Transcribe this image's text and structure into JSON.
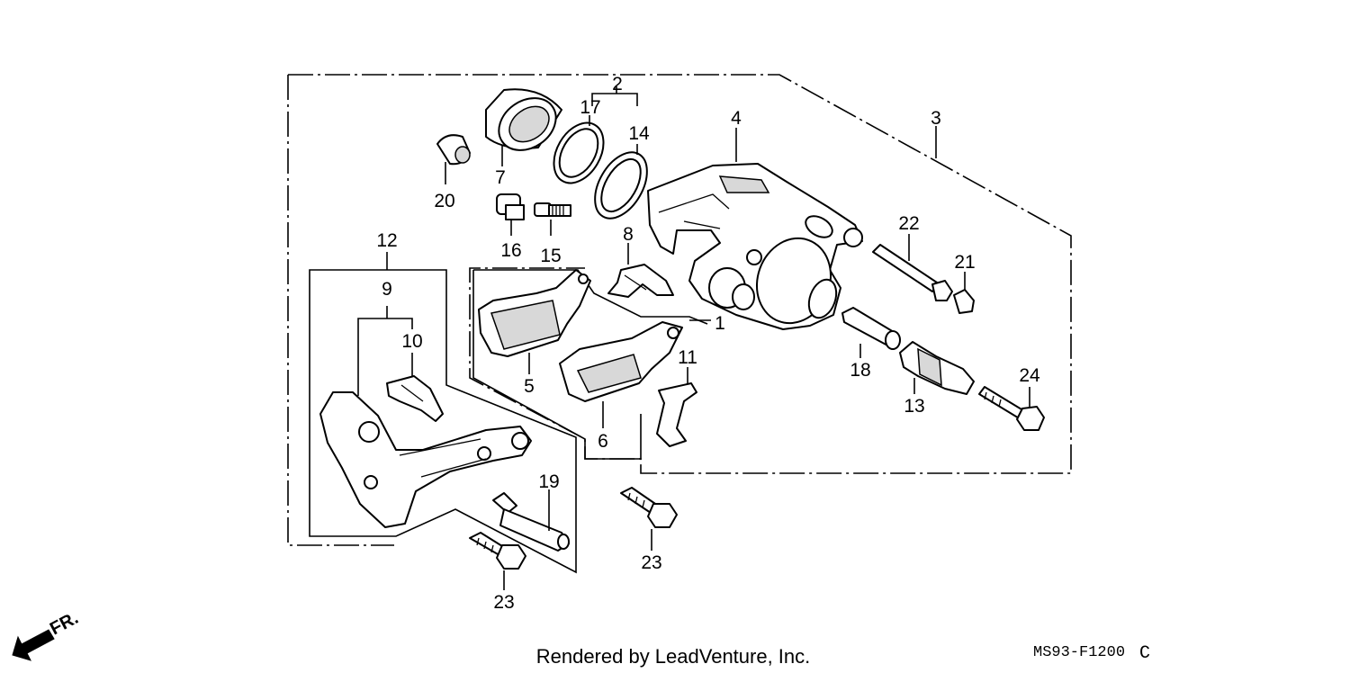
{
  "labels": {
    "l1": "1",
    "l2": "2",
    "l3": "3",
    "l4": "4",
    "l5": "5",
    "l6": "6",
    "l7": "7",
    "l8": "8",
    "l9": "9",
    "l10": "10",
    "l11": "11",
    "l12": "12",
    "l13": "13",
    "l14": "14",
    "l15": "15",
    "l16": "16",
    "l17": "17",
    "l18": "18",
    "l19": "19",
    "l20": "20",
    "l21": "21",
    "l22": "22",
    "l23a": "23",
    "l23b": "23",
    "l24": "24"
  },
  "footer": {
    "credit": "Rendered by LeadVenture, Inc.",
    "code": "MS93-F1200",
    "code_suffix": "C"
  },
  "direction": {
    "text": "FR.",
    "icon": "front-direction-arrow-icon"
  }
}
